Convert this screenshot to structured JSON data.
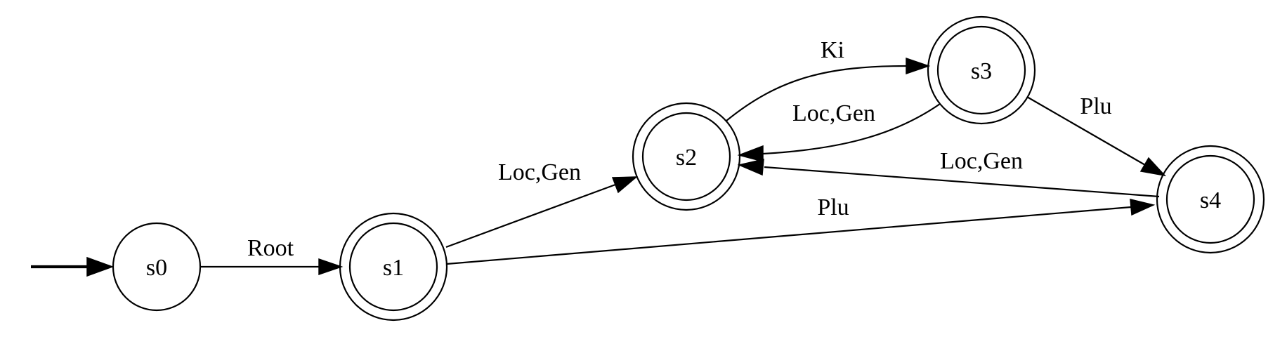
{
  "diagram": {
    "type": "finite-state-automaton",
    "start_state": "s0",
    "states": [
      {
        "id": "s0",
        "label": "s0",
        "accepting": false
      },
      {
        "id": "s1",
        "label": "s1",
        "accepting": true
      },
      {
        "id": "s2",
        "label": "s2",
        "accepting": true
      },
      {
        "id": "s3",
        "label": "s3",
        "accepting": true
      },
      {
        "id": "s4",
        "label": "s4",
        "accepting": true
      }
    ],
    "transitions": [
      {
        "id": "s0-s1",
        "from": "s0",
        "to": "s1",
        "label": "Root"
      },
      {
        "id": "s1-s2",
        "from": "s1",
        "to": "s2",
        "label": "Loc,Gen"
      },
      {
        "id": "s1-s4",
        "from": "s1",
        "to": "s4",
        "label": "Plu"
      },
      {
        "id": "s2-s3",
        "from": "s2",
        "to": "s3",
        "label": "Ki"
      },
      {
        "id": "s3-s2",
        "from": "s3",
        "to": "s2",
        "label": "Loc,Gen"
      },
      {
        "id": "s3-s4",
        "from": "s3",
        "to": "s4",
        "label": "Plu"
      },
      {
        "id": "s4-s2",
        "from": "s4",
        "to": "s2",
        "label": "Loc,Gen"
      }
    ],
    "colors": {
      "stroke": "#000000",
      "background": "#ffffff"
    }
  }
}
